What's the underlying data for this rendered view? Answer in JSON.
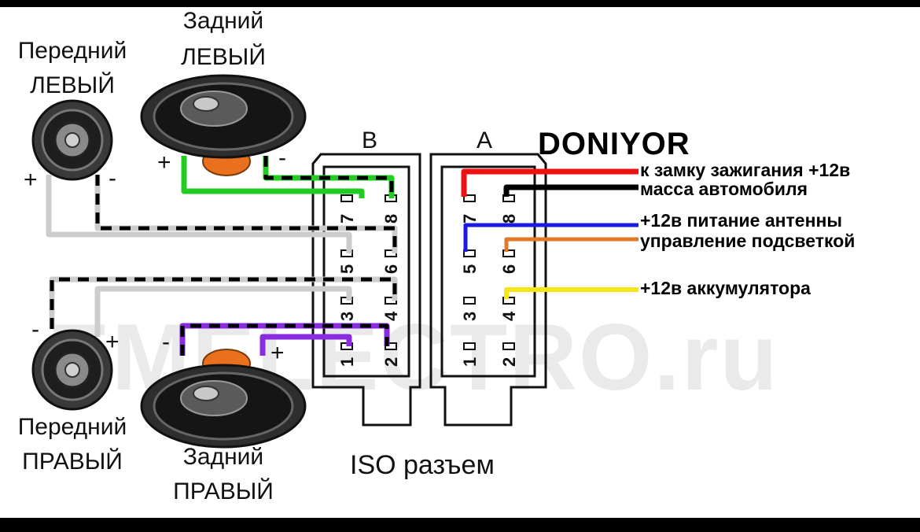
{
  "brand": "DONIYOR",
  "watermark": "EMELECTRO.ru",
  "connector": {
    "title": "ISO разъем",
    "block_b": "B",
    "block_a": "A"
  },
  "speakers": {
    "front_left": {
      "line1": "Передний",
      "line2": "ЛЕВЫЙ",
      "plus": "+",
      "minus": "-"
    },
    "rear_left": {
      "line1": "Задний",
      "line2": "ЛЕВЫЙ",
      "plus": "+",
      "minus": "-"
    },
    "front_right": {
      "line1": "Передний",
      "line2": "ПРАВЫЙ",
      "plus": "+",
      "minus": "-"
    },
    "rear_right": {
      "line1": "Задний",
      "line2": "ПРАВЫЙ",
      "plus": "+",
      "minus": "-"
    }
  },
  "pins_b": [
    "7",
    "8",
    "5",
    "6",
    "3",
    "4",
    "1",
    "2"
  ],
  "pins_a": [
    "7",
    "8",
    "5",
    "6",
    "3",
    "4",
    "1",
    "2"
  ],
  "wires_a": [
    {
      "pin": "7",
      "label": "к замку зажигания +12в",
      "color": "#ee1111"
    },
    {
      "pin": "8",
      "label": "масса автомобиля",
      "color": "#000000"
    },
    {
      "pin": "5",
      "label": "+12в питание антенны",
      "color": "#1a1ae0"
    },
    {
      "pin": "6",
      "label": "управление подсветкой",
      "color": "#e07a2a"
    },
    {
      "pin": "4",
      "label": "+12в аккумулятора",
      "color": "#f5e614"
    }
  ],
  "colors": {
    "rear_left_wire": "#22cc22",
    "rear_right_wire": "#8a2be2",
    "front_wire": "#cccccc",
    "ground_dash": "#000000"
  }
}
